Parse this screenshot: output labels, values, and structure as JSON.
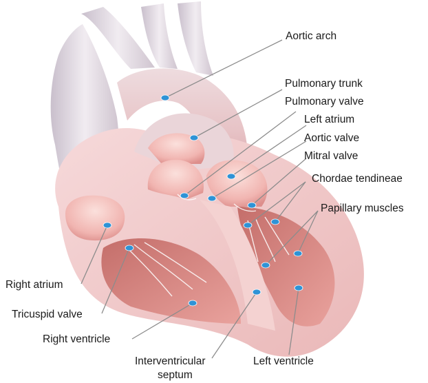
{
  "labels": {
    "aortic_arch": "Aortic arch",
    "pulmonary_trunk": "Pulmonary trunk",
    "pulmonary_valve": "Pulmonary valve",
    "left_atrium": "Left atrium",
    "aortic_valve": "Aortic valve",
    "mitral_valve": "Mitral valve",
    "chordae_tendineae": "Chordae tendineae",
    "papillary_muscles": "Papillary muscles",
    "right_atrium": "Right atrium",
    "tricuspid_valve": "Tricuspid valve",
    "right_ventricle": "Right ventricle",
    "interventricular_septum_line1": "Interventricular",
    "interventricular_septum_line2": "septum",
    "left_ventricle": "Left ventricle"
  },
  "colors": {
    "marker": "#2e93d6",
    "leader_line": "#8c8c8c",
    "vessel": "#dcd2dc",
    "chamber": "#f2b9b8",
    "wall": "#e8c5c8"
  }
}
